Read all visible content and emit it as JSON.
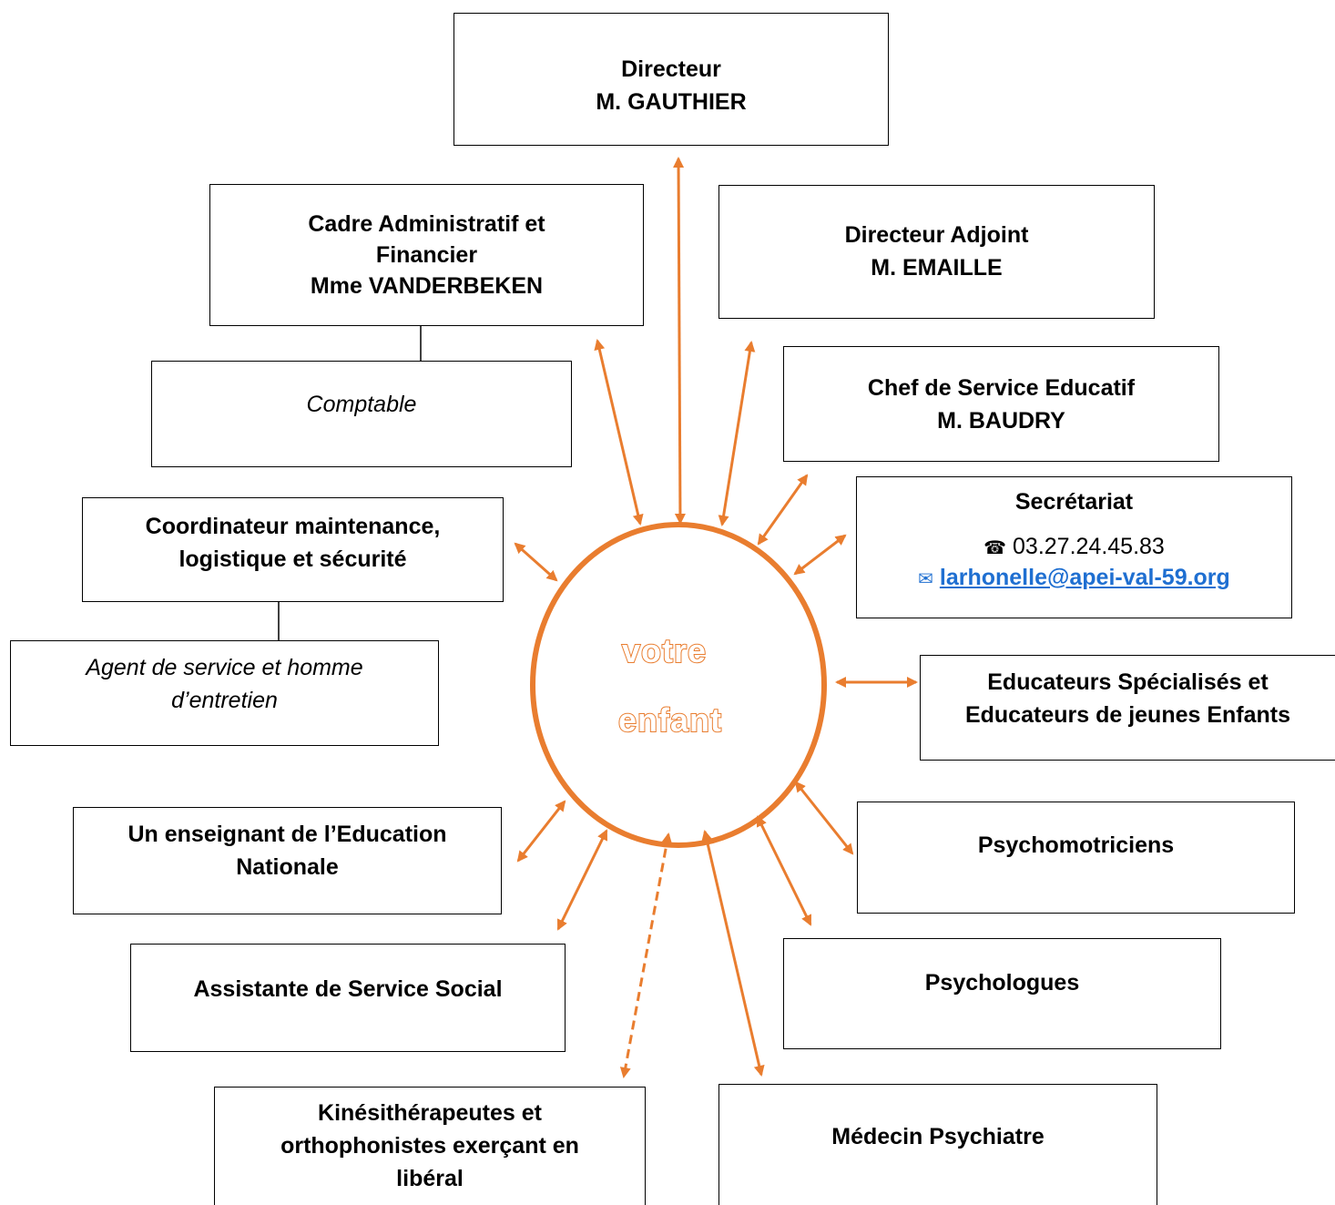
{
  "center": {
    "line1": "votre",
    "line2": "enfant"
  },
  "colors": {
    "accent": "#e97d2f",
    "link": "#1f6fd1"
  },
  "boxes": {
    "directeur": {
      "line1": "Directeur",
      "line2": "M. GAUTHIER"
    },
    "cadre": {
      "line1": "Cadre Administratif et",
      "line2": "Financier",
      "line3": "Mme VANDERBEKEN"
    },
    "comptable": {
      "line1": "Comptable"
    },
    "directeur_adjoint": {
      "line1": "Directeur Adjoint",
      "line2": "M. EMAILLE"
    },
    "chef_service": {
      "line1": "Chef de Service Educatif",
      "line2": "M. BAUDRY"
    },
    "secretariat": {
      "title": "Secrétariat",
      "phone_icon": "phone-icon",
      "phone": "03.27.24.45.83",
      "email_icon": "mail-icon",
      "email": "larhonelle@apei-val-59.org"
    },
    "coordinateur": {
      "line1": "Coordinateur maintenance,",
      "line2": "logistique et sécurité"
    },
    "agent": {
      "line1": "Agent de service et homme",
      "line2": "d’entretien"
    },
    "educateurs": {
      "line1": "Educateurs Spécialisés et",
      "line2": "Educateurs de jeunes Enfants"
    },
    "enseignant": {
      "line1": "Un enseignant de l’Education",
      "line2": "Nationale"
    },
    "psychomotriciens": {
      "line1": "Psychomotriciens"
    },
    "assistante": {
      "line1": "Assistante de Service Social"
    },
    "psychologues": {
      "line1": "Psychologues"
    },
    "kine": {
      "line1": "Kinésithérapeutes et",
      "line2": "orthophonistes exerçant en",
      "line3": "libéral"
    },
    "medecin": {
      "line1": "Médecin Psychiatre"
    }
  }
}
